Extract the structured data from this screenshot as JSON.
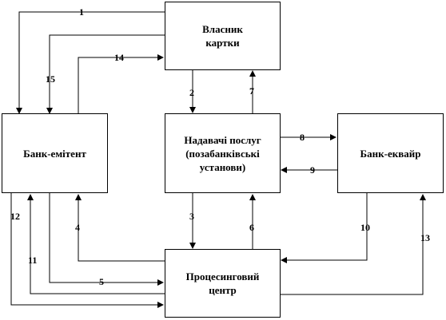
{
  "nodes": {
    "owner": "Власник\nкартки",
    "issuer": "Банк-емітент",
    "providers": "Надавачі послуг\n(позабанківські\nустанови)",
    "acquirer": "Банк-еквайр",
    "processing": "Процесинговий\nцентр"
  },
  "edge_labels": {
    "e1": "1",
    "e2": "2",
    "e3": "3",
    "e4": "4",
    "e5": "5",
    "e6": "6",
    "e7": "7",
    "e8": "8",
    "e9": "9",
    "e10": "10",
    "e11": "11",
    "e12": "12",
    "e13": "13",
    "e14": "14",
    "e15": "15"
  }
}
